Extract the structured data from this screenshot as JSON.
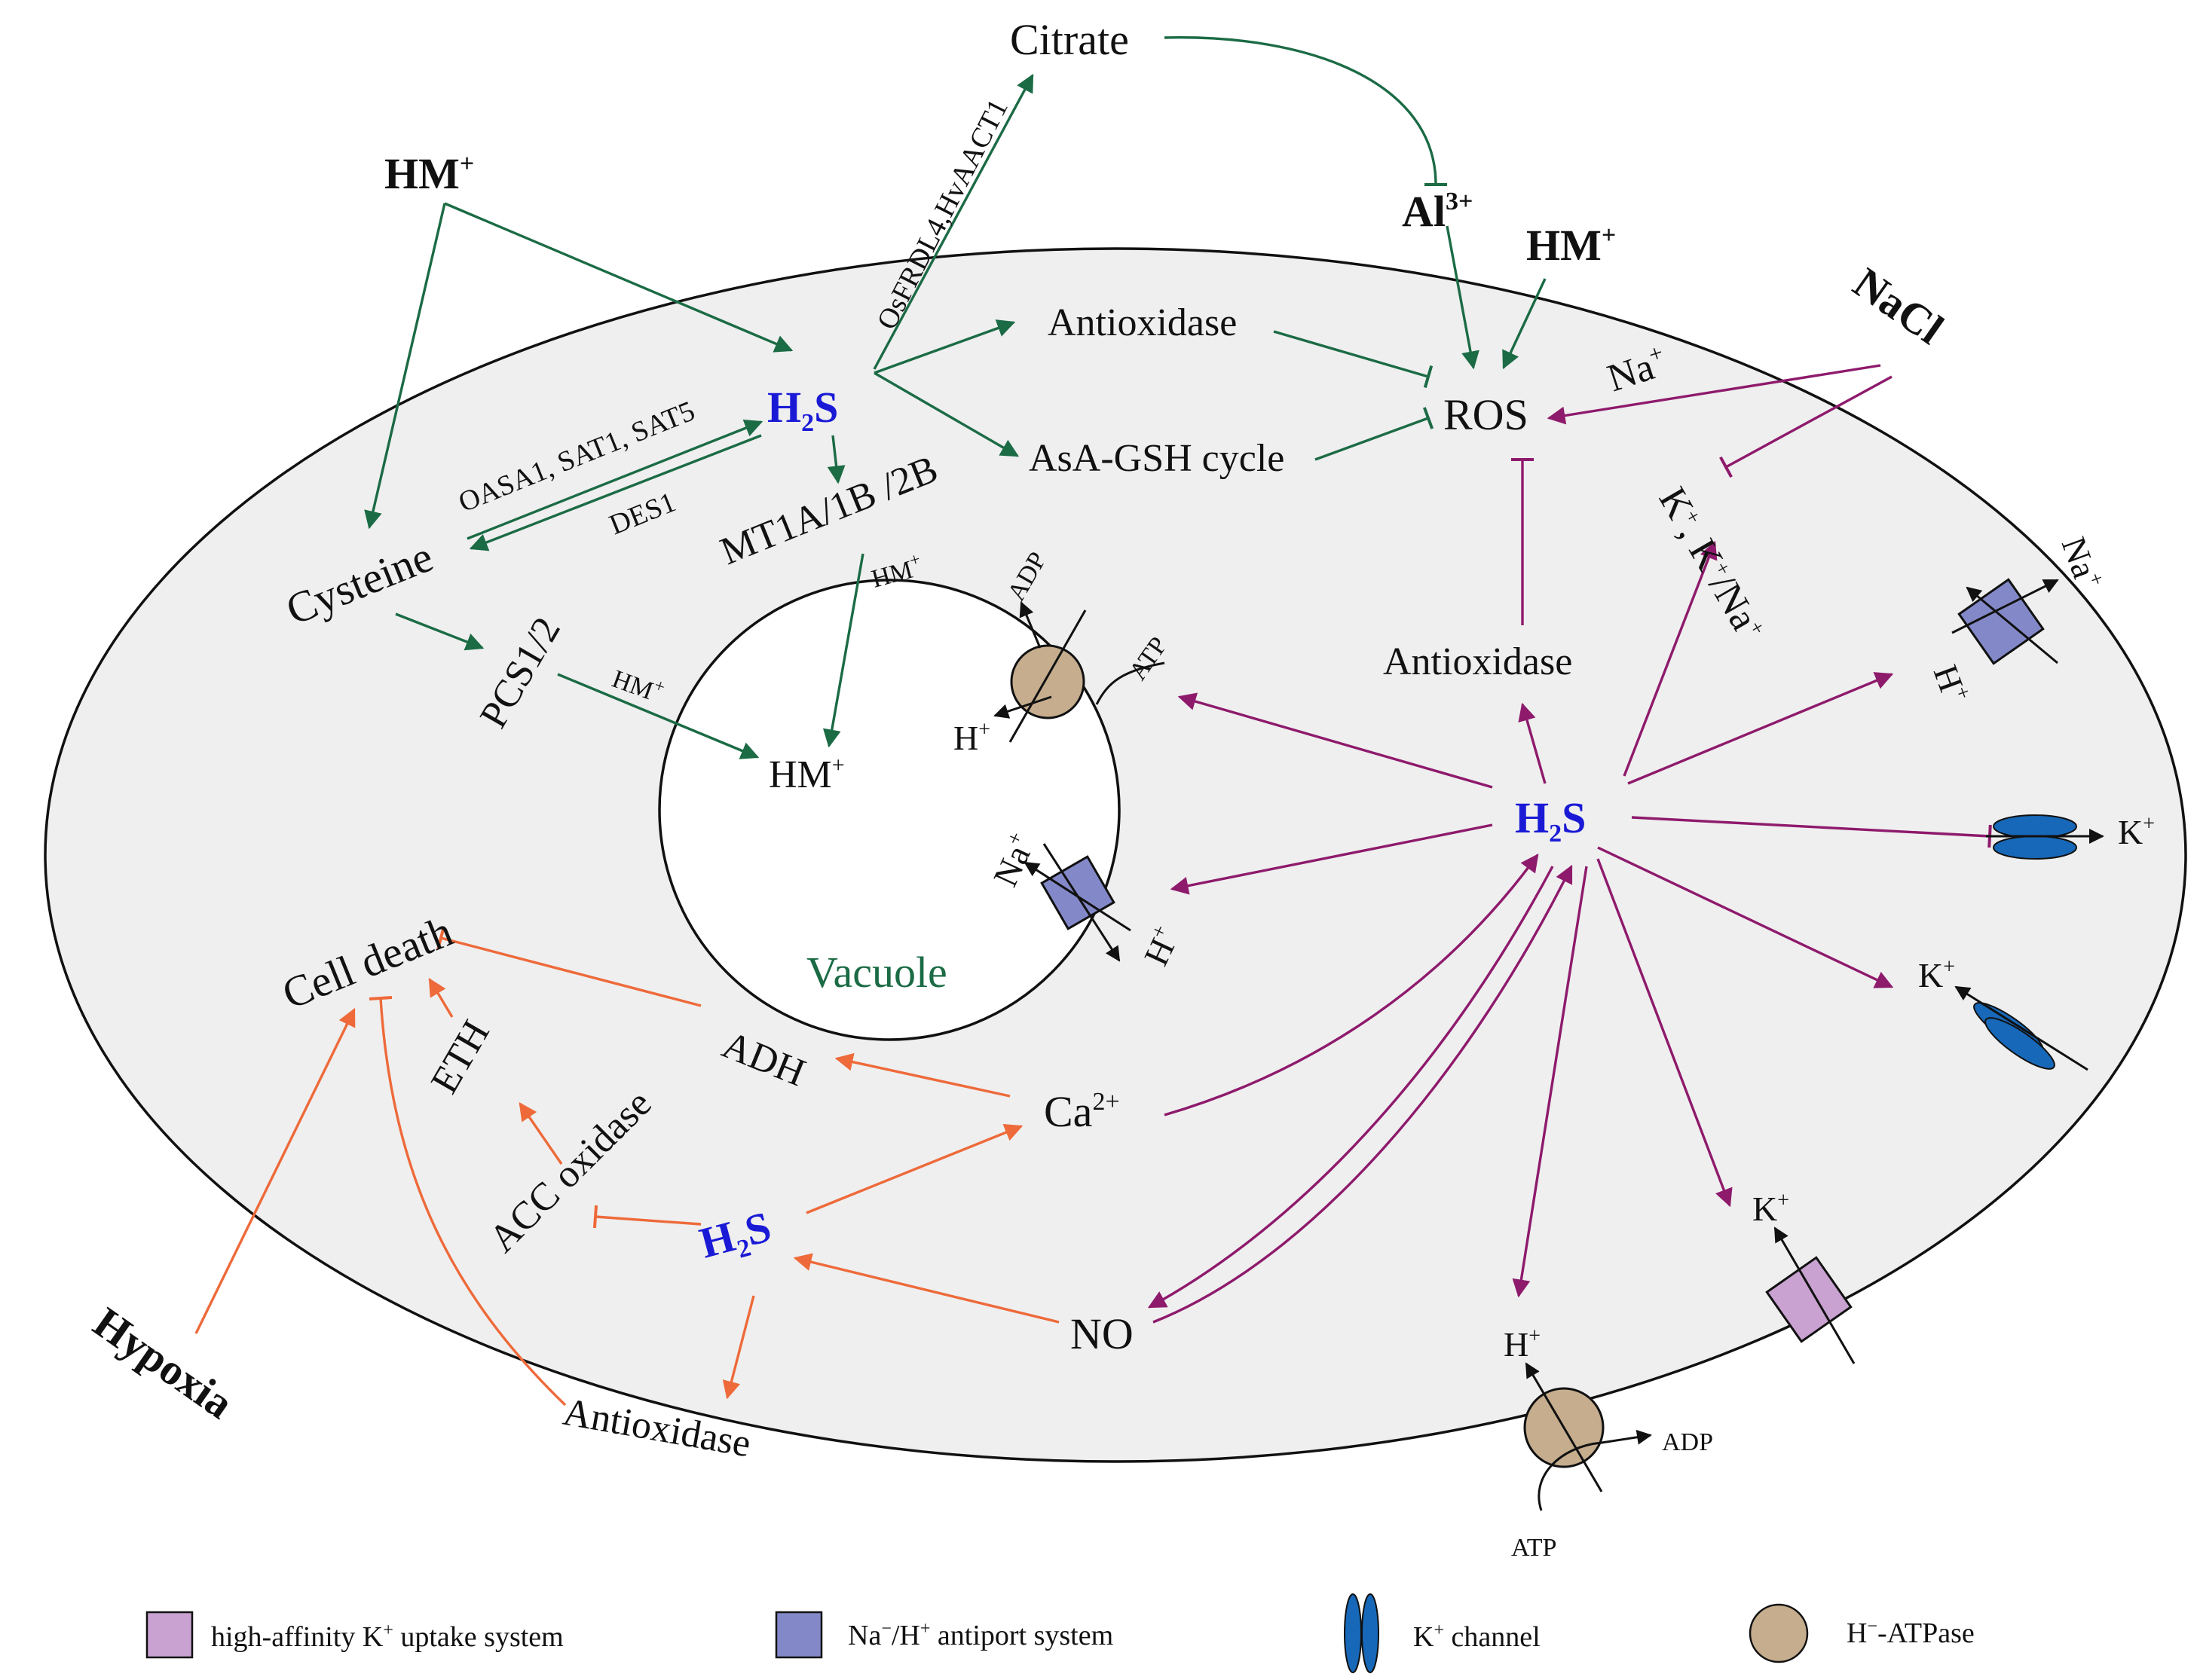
{
  "labels": {
    "citrate": "Citrate",
    "hm_top": "HM",
    "hm_top_sup": "+",
    "al": "Al",
    "al_sup": "3+",
    "hm_right": "HM",
    "hm_right_sup": "+",
    "nacl": "NaCl",
    "na_plus": "Na",
    "na_plus_sup": "+",
    "ros": "ROS",
    "antioxidase_top": "Antioxidase",
    "asa_gsh": "AsA-GSH cycle",
    "osfrdl4": "OsFRDL4,HvAACT1",
    "h2s_top_h": "H",
    "h2s_top_sub": "2",
    "h2s_top_s": "S",
    "oasa1": "OASA1, SAT1, SAT5",
    "des1": "DES1",
    "cysteine": "Cysteine",
    "mt1a": "MT1A/1B /2B",
    "hm_small_1": "HM",
    "hm_small_1_sup": "+",
    "pcs": "PCS1/2",
    "hm_small_2": "HM",
    "hm_small_2_sup": "+",
    "hm_vacuole": "HM",
    "hm_vacuole_sup": "+",
    "vacuole": "Vacuole",
    "adp_vac": "ADP",
    "atp_vac": "ATP",
    "h_vac": "H",
    "h_vac_sup": "+",
    "na_vac": "Na",
    "na_vac_sup": "+",
    "h_vac2": "H",
    "h_vac2_sup": "+",
    "k_ratio": "K",
    "k_ratio_mid": ", K",
    "k_ratio_end": "/Na",
    "antioxidase_mid": "Antioxidase",
    "h2s_mid_h": "H",
    "h2s_mid_sub": "2",
    "h2s_mid_s": "S",
    "na_mem": "Na",
    "h_mem": "H",
    "k_channel_out": "K",
    "k_channel_in": "K",
    "k_uptake": "K",
    "h_atpase_out": "H",
    "adp_mem": "ADP",
    "atp_mem": "ATP",
    "cell_death": "Cell death",
    "eth": "ETH",
    "adh": "ADH",
    "ca": "Ca",
    "ca_sup": "2+",
    "acc_oxidase": "ACC oxidase",
    "h2s_bot_h": "H",
    "h2s_bot_sub": "2",
    "h2s_bot_s": "S",
    "no": "NO",
    "hypoxia": "Hypoxia",
    "antioxidase_bot": "Antioxidase",
    "plus": "+"
  },
  "legend": [
    {
      "text": "high-affinity K",
      "sup": "+",
      "tail": " uptake system",
      "color": "#c9a2d1",
      "icon": "square-icon"
    },
    {
      "text": "Na",
      "sup": "−",
      "tail": "/H",
      "sup2": "+",
      "tail2": " antiport system",
      "color": "#8389c8",
      "icon": "square-icon"
    },
    {
      "text": "K",
      "sup": "+",
      "tail": " channel",
      "color": "#1768b8",
      "icon": "k-channel-icon"
    },
    {
      "text": "H",
      "sup": "−",
      "tail": "-ATPase",
      "color": "#c5ad8e",
      "icon": "circle-icon"
    }
  ],
  "colors": {
    "green_pathway": "#1b6b45",
    "purple_pathway": "#8e1a6c",
    "orange_pathway": "#ee6a3a",
    "h2s_blue": "#1a1ad6",
    "cell_fill": "#efefef",
    "antiporter": "#8389c8",
    "uptake": "#c9a2d1",
    "channel": "#1768b8",
    "atpase": "#c5ad8e"
  }
}
